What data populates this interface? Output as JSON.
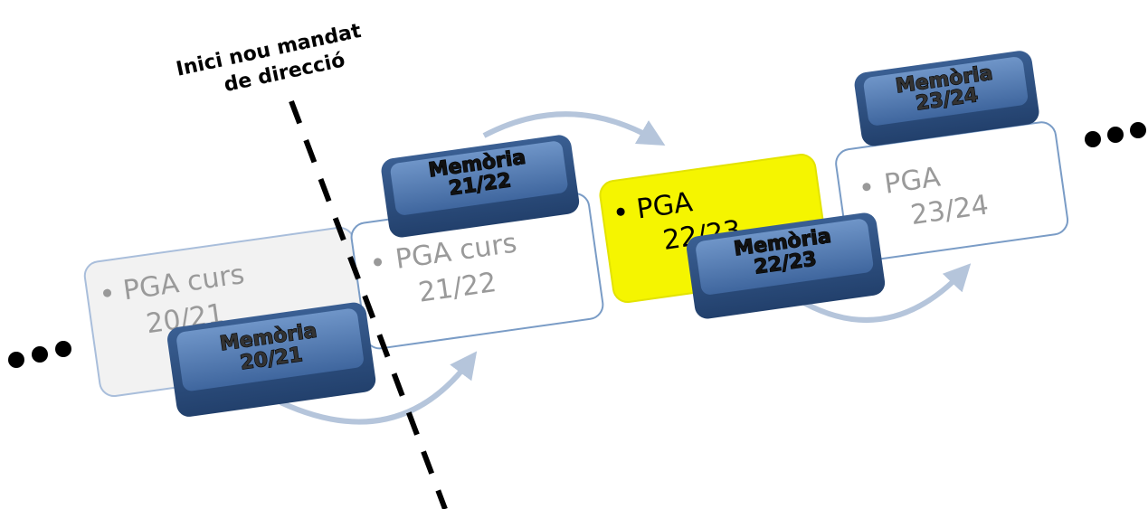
{
  "title": {
    "line1": "Inici nou mandat",
    "line2": "de direcció"
  },
  "ellipsis_left": "...",
  "ellipsis_right": "...",
  "cards": [
    {
      "line1": "PGA curs",
      "line2": "20/21",
      "style": "faded-grey"
    },
    {
      "line1": "PGA curs",
      "line2": "21/22",
      "style": "faded-white"
    },
    {
      "line1": "PGA",
      "line2": "22/23",
      "style": "highlight"
    },
    {
      "line1": "PGA",
      "line2": "23/24",
      "style": "faded-white"
    }
  ],
  "pills": [
    {
      "line1": "Memòria",
      "line2": "20/21"
    },
    {
      "line1": "Memòria",
      "line2": "21/22"
    },
    {
      "line1": "Memòria",
      "line2": "22/23"
    },
    {
      "line1": "Memòria",
      "line2": "23/24"
    }
  ],
  "colors": {
    "highlight_fill": "#f5f500",
    "pill_fill": "#4f77b0",
    "card_border": "#7a9cc6",
    "arrow": "#b5c5db",
    "dash_line": "#000000"
  }
}
